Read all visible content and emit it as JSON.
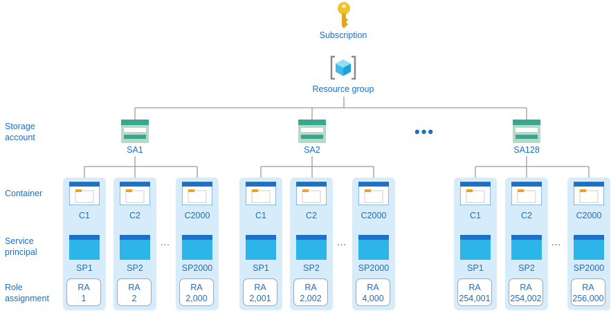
{
  "top": {
    "subscription": "Subscription",
    "resource_group": "Resource group"
  },
  "row_labels": {
    "storage_account": "Storage\naccount",
    "container": "Container",
    "service_principal": "Service\nprincipal",
    "role_assignment": "Role\nassignment"
  },
  "ellipsis": "...",
  "big_ellipsis": "•••",
  "storage_accounts": [
    {
      "name": "SA1",
      "columns": [
        {
          "container": "C1",
          "sp": "SP1",
          "ra_label": "RA",
          "ra_value": "1"
        },
        {
          "container": "C2",
          "sp": "SP2",
          "ra_label": "RA",
          "ra_value": "2"
        },
        {
          "container": "C2000",
          "sp": "SP2000",
          "ra_label": "RA",
          "ra_value": "2,000"
        }
      ]
    },
    {
      "name": "SA2",
      "columns": [
        {
          "container": "C1",
          "sp": "SP1",
          "ra_label": "RA",
          "ra_value": "2,001"
        },
        {
          "container": "C2",
          "sp": "SP2",
          "ra_label": "RA",
          "ra_value": "2,002"
        },
        {
          "container": "C2000",
          "sp": "SP2000",
          "ra_label": "RA",
          "ra_value": "4,000"
        }
      ]
    },
    {
      "name": "SA128",
      "columns": [
        {
          "container": "C1",
          "sp": "SP1",
          "ra_label": "RA",
          "ra_value": "254,001"
        },
        {
          "container": "C2",
          "sp": "SP2",
          "ra_label": "RA",
          "ra_value": "254,002"
        },
        {
          "container": "C2000",
          "sp": "SP2000",
          "ra_label": "RA",
          "ra_value": "256,000"
        }
      ]
    }
  ],
  "colors": {
    "label_blue": "#1b6fc2",
    "column_bg": "#d6ecfa",
    "key_gold": "#f2c12e",
    "icon_blue": "#1a73c8",
    "storage_green": "#37a88f"
  }
}
